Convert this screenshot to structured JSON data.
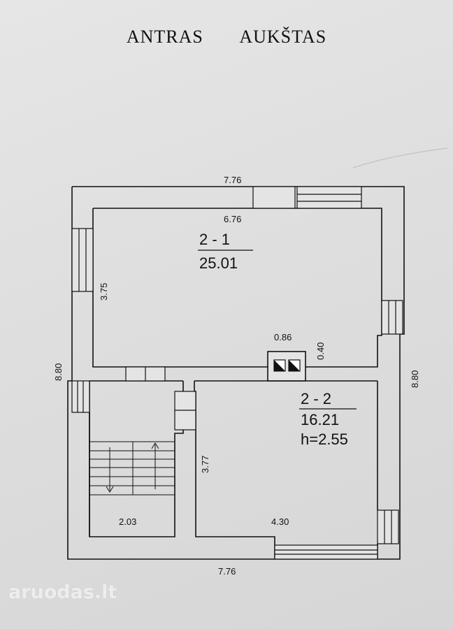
{
  "title": {
    "word1": "ANTRAS",
    "word2": "AUKŠTAS"
  },
  "dimensions": {
    "outer_top": "7.76",
    "inner_top": "6.76",
    "left_upper": "3.75",
    "left_outer": "8.80",
    "right_outer": "8.80",
    "chimney_width": "0.86",
    "chimney_depth": "0.40",
    "room2_depth": "3.77",
    "stair_width": "2.03",
    "room2_width": "4.30",
    "outer_bottom": "7.76"
  },
  "rooms": [
    {
      "number": "2 - 1",
      "area": "25.01"
    },
    {
      "number": "2 - 2",
      "area": "16.21",
      "height": "h=2.55"
    }
  ],
  "watermark": "aruodas.lt",
  "colors": {
    "line": "#111111",
    "paper": "#dedede",
    "wall_fill": "#e4e4e4"
  }
}
